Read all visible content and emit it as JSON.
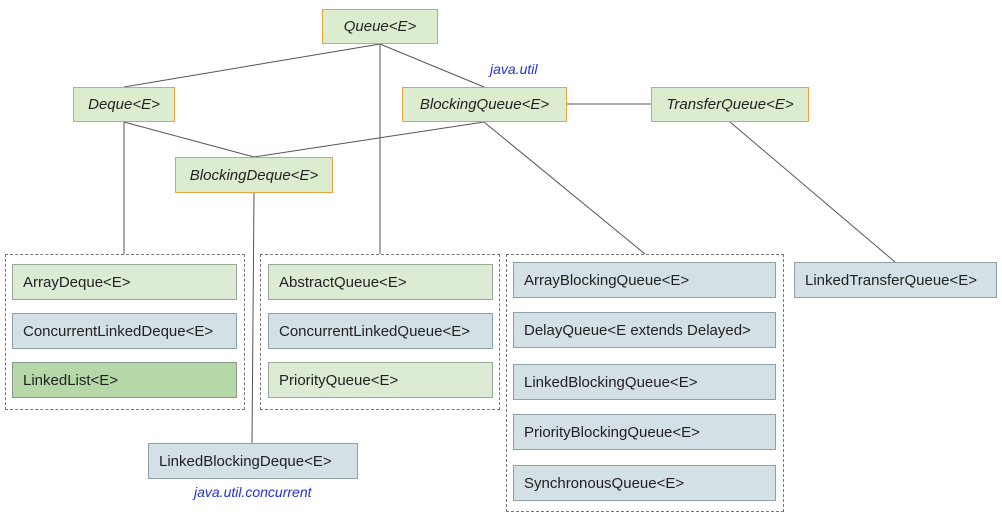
{
  "packages": {
    "util": "java.util",
    "concurrent": "java.util.concurrent"
  },
  "interfaces": {
    "queue": "Queue<E>",
    "deque": "Deque<E>",
    "blocking_queue": "BlockingQueue<E>",
    "transfer_queue": "TransferQueue<E>",
    "blocking_deque": "BlockingDeque<E>"
  },
  "deque_impls": [
    "ArrayDeque<E>",
    "ConcurrentLinkedDeque<E>",
    "LinkedList<E>"
  ],
  "queue_impls": [
    "AbstractQueue<E>",
    "ConcurrentLinkedQueue<E>",
    "PriorityQueue<E>"
  ],
  "blocking_queue_impls": [
    "ArrayBlockingQueue<E>",
    "DelayQueue<E extends Delayed>",
    "LinkedBlockingQueue<E>",
    "PriorityBlockingQueue<E>",
    "SynchronousQueue<E>"
  ],
  "linked_transfer_queue": "LinkedTransferQueue<E>",
  "linked_blocking_deque": "LinkedBlockingDeque<E>",
  "colors": {
    "interface_fill": "#dceccf",
    "interface_border": "#e8a33c",
    "impl_green": "#dcebd3",
    "impl_dark_green": "#b6d7a8",
    "impl_blue": "#d3e0e6",
    "edge": "#555555",
    "package_label": "#2233cc"
  }
}
